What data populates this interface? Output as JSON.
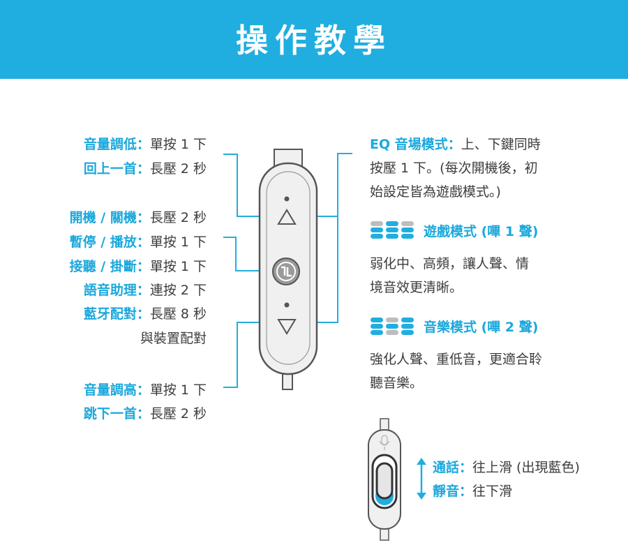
{
  "header": {
    "title": "操作教學"
  },
  "left_controls": [
    {
      "key": "音量調低：",
      "value": "單按 1 下"
    },
    {
      "key": "回上一首：",
      "value": "長壓 2 秒"
    },
    {
      "key": "開機 / 關機：",
      "value": "長壓 2 秒"
    },
    {
      "key": "暫停 / 播放：",
      "value": "單按 1 下"
    },
    {
      "key": "接聽 / 掛斷：",
      "value": "單按 1 下"
    },
    {
      "key": "語音助理：",
      "value": "連按 2 下"
    },
    {
      "key": "藍牙配對：",
      "value": "長壓 8 秒"
    },
    {
      "key": "",
      "value": "與裝置配對"
    },
    {
      "key": "音量調高：",
      "value": "單按 1 下"
    },
    {
      "key": "跳下一首：",
      "value": "長壓 2 秒"
    }
  ],
  "eq": {
    "key": "EQ  音場模式：",
    "lines": [
      "上、下鍵同時",
      "按壓  1  下。(每次開機後，初",
      "始設定皆為遊戲模式。)"
    ]
  },
  "modes": [
    {
      "title": "遊戲模式 (嗶 1 聲)",
      "lines": [
        "弱化中、高頻，讓人聲、情",
        "境音效更清晰。"
      ]
    },
    {
      "title": "音樂模式 (嗶 2 聲)",
      "lines": [
        "強化人聲、重低音，更適合聆",
        "聽音樂。"
      ]
    }
  ],
  "mic_switch": [
    {
      "key": "通話：",
      "value": "往上滑 (出現藍色)"
    },
    {
      "key": "靜音：",
      "value": "往下滑"
    }
  ],
  "colors": {
    "accent": "#20aee0",
    "text": "#3c3c3c",
    "device": "#f0f0f0",
    "outline": "#555555",
    "pill_gray": "#bdbdbd"
  },
  "icons": [
    "up-arrow-icon",
    "down-arrow-icon",
    "jlab-logo-icon",
    "eq-mode-icon",
    "microphone-icon",
    "double-arrow-icon"
  ]
}
